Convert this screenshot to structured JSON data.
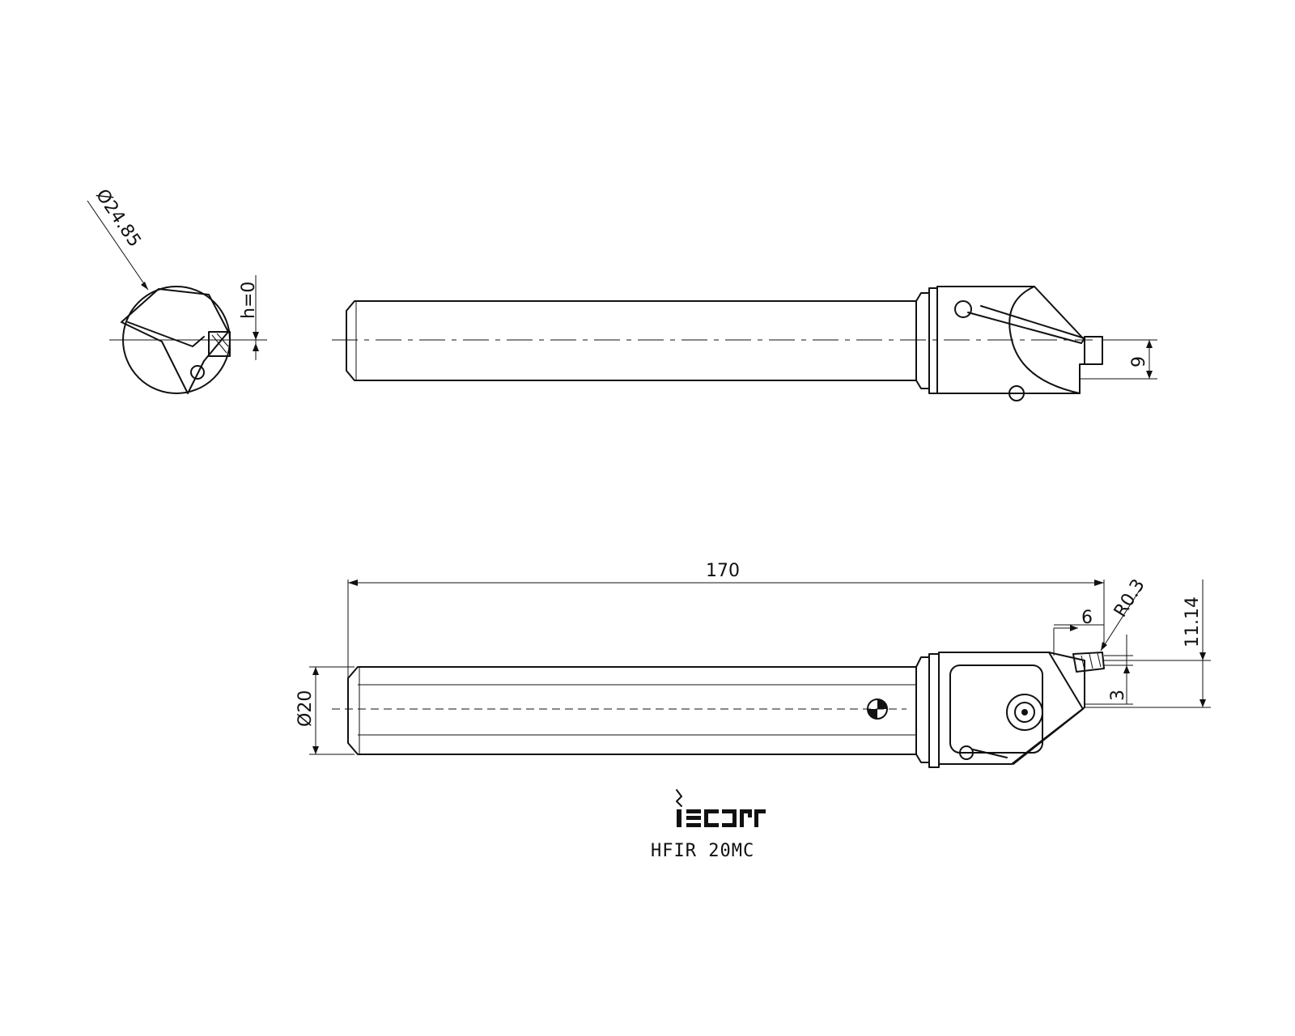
{
  "colors": {
    "line": "#111111",
    "background": "#ffffff"
  },
  "dimensions": {
    "bore_diameter": "Ø24.85",
    "center_height": "h=0",
    "offset_top": "9",
    "overall_length": "170",
    "shank_diameter": "Ø20",
    "width": "6",
    "corner_radius": "R0.3",
    "tip_height": "11.14",
    "depth": "3"
  },
  "logo": {
    "text": "iscar"
  },
  "title": {
    "part_number": "HFIR 20MC"
  }
}
